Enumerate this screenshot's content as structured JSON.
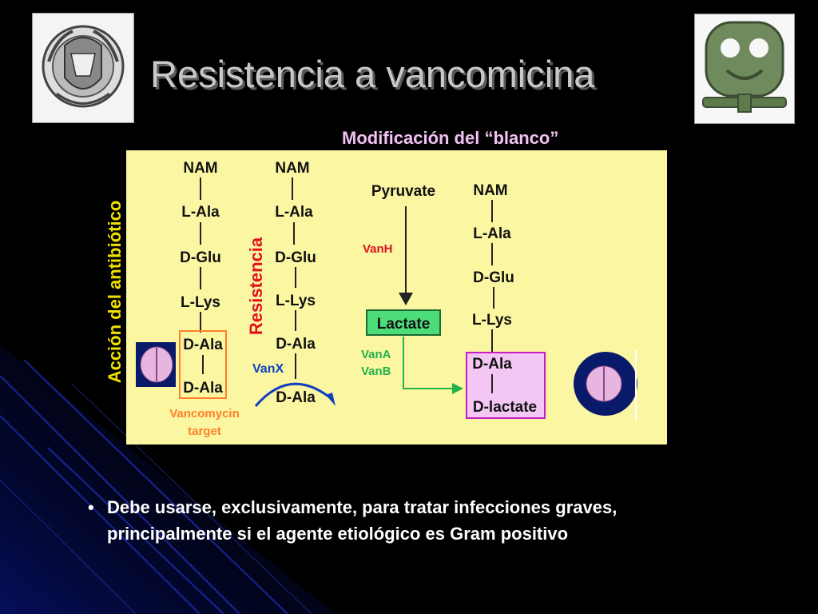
{
  "title": "Resistencia a vancomicina",
  "subtitle": "Modificación del “blanco”",
  "side_label": "Acción del antibiótico",
  "resistance_label": "Resistencia",
  "colors": {
    "title": "#c8c8c8",
    "subtitle": "#f3c0f3",
    "side_label": "#f0e000",
    "panel": "#fbf6a2",
    "red": "#e0101f",
    "orange": "#ff7f2a",
    "magenta": "#c41ec4",
    "green": "#22b24c",
    "blue": "#1040c0"
  },
  "diagram": {
    "normal_chain": [
      "NAM",
      "L-Ala",
      "D-Glu",
      "L-Lys",
      "D-Ala",
      "D-Ala"
    ],
    "resistant_chain": [
      "NAM",
      "L-Ala",
      "D-Glu",
      "L-Lys",
      "D-Ala",
      "D-Ala"
    ],
    "modified_chain": [
      "NAM",
      "L-Ala",
      "D-Glu",
      "L-Lys",
      "D-Ala",
      "D-lactate"
    ],
    "target_label_1": "Vancomycin",
    "target_label_2": "target",
    "pyruvate": "Pyruvate",
    "vanh": "VanH",
    "lactate": "Lactate",
    "vana": "VanA",
    "vanb": "VanB",
    "vanx": "VanX"
  },
  "bullet": {
    "marker": "•",
    "line1": "Debe usarse, exclusivamente, para tratar infecciones graves,",
    "line2": "principalmente si el agente etiológico es Gram positivo"
  }
}
